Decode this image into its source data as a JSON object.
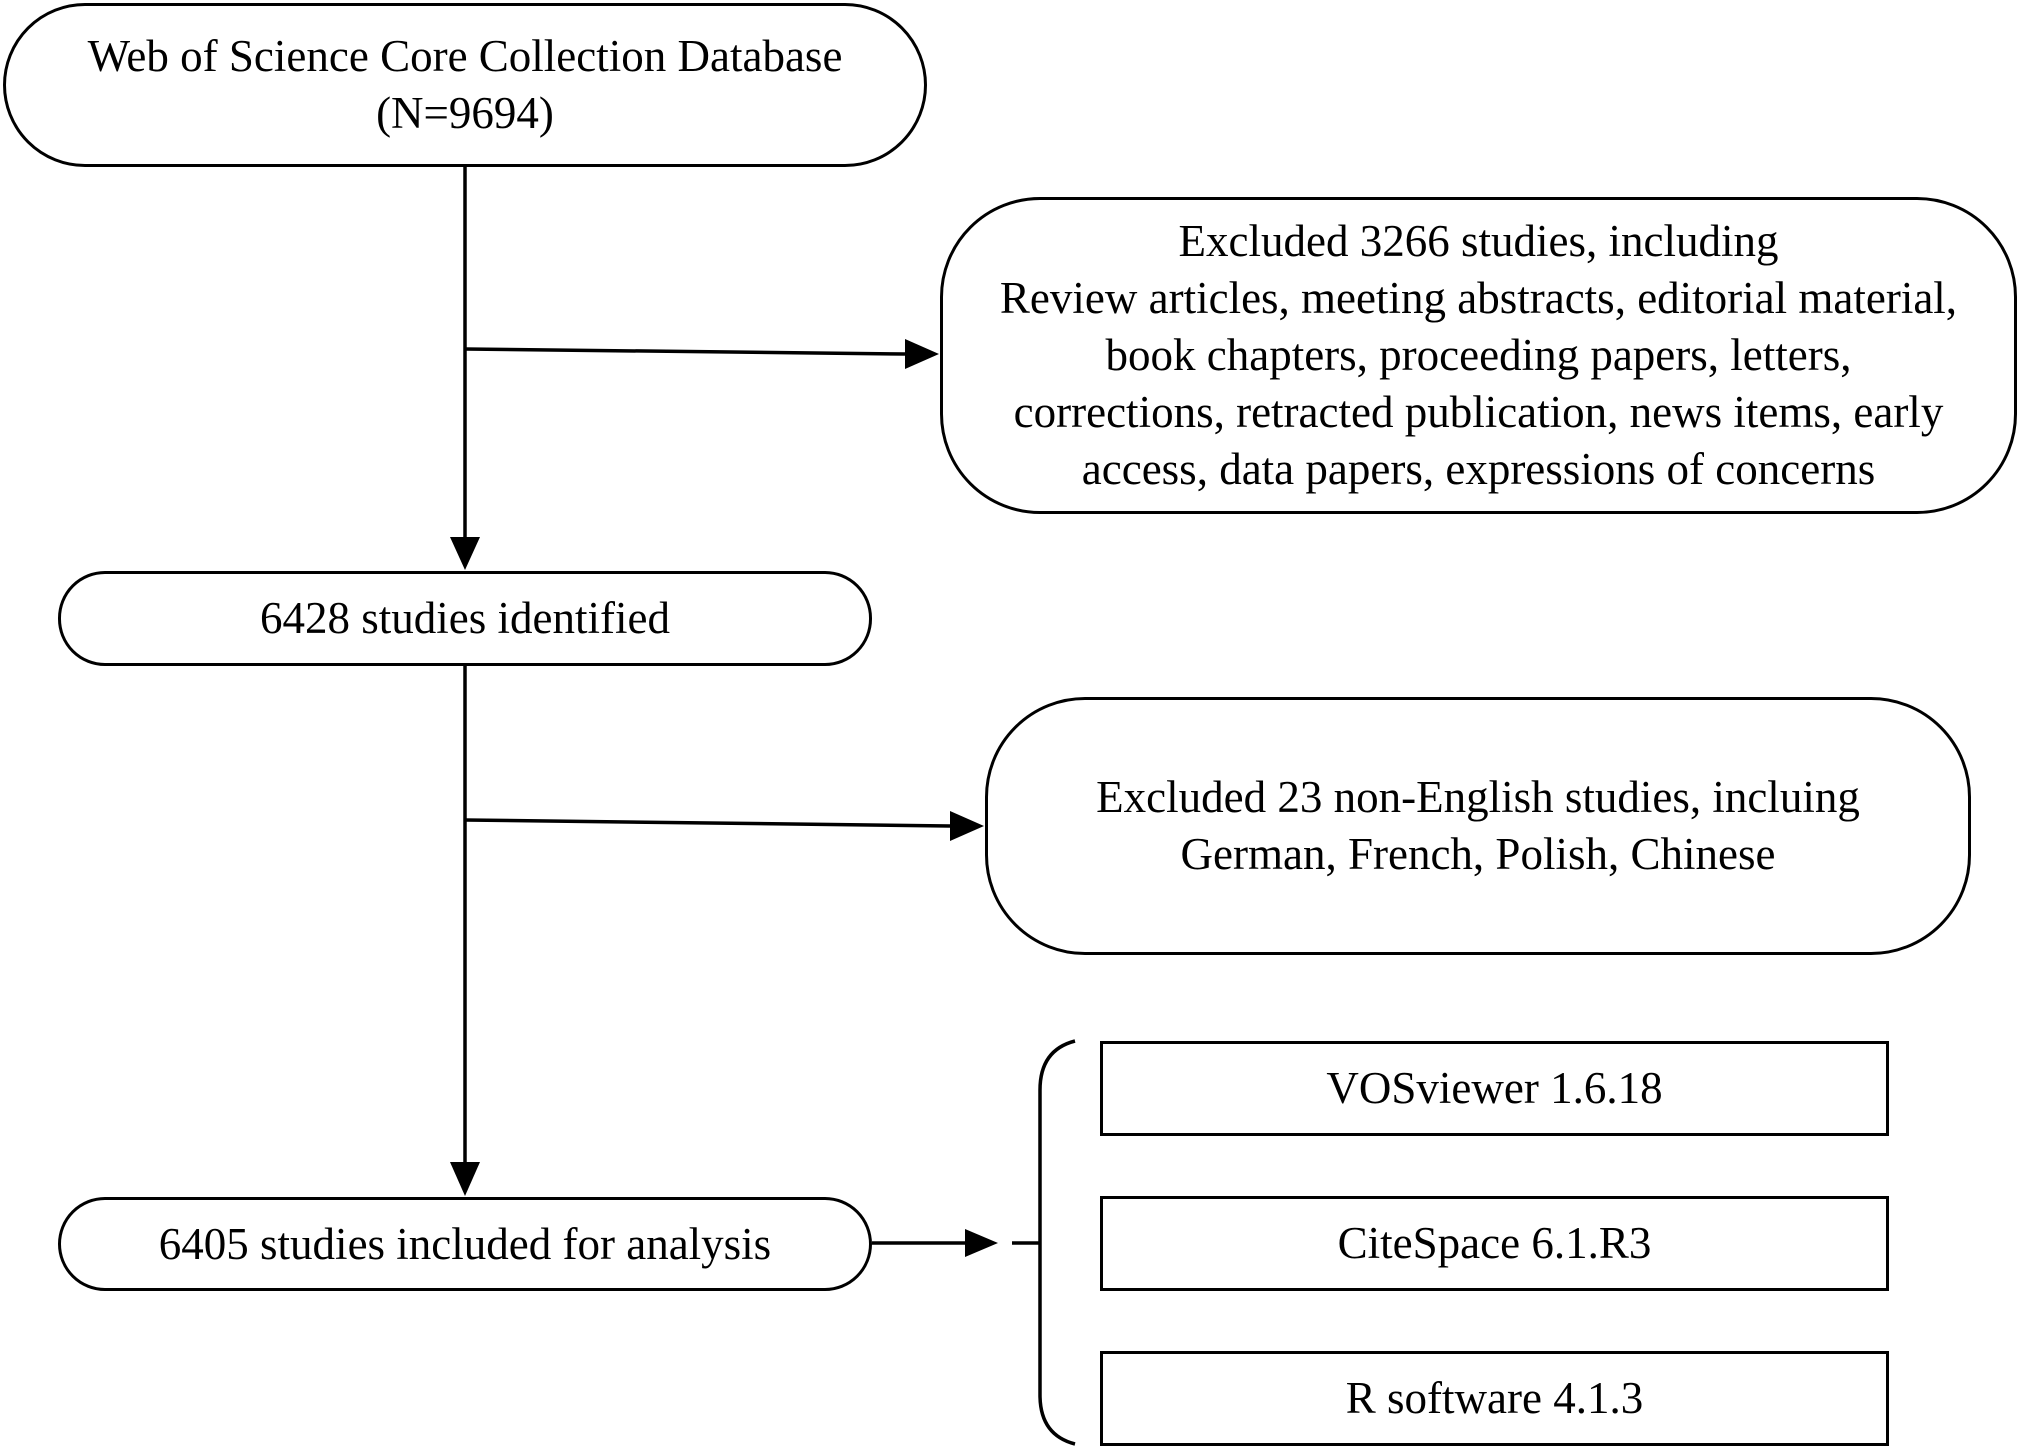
{
  "flowchart": {
    "source": {
      "line1": "Web of Science Core Collection Database",
      "line2": "(N=9694)"
    },
    "exclusion_1": {
      "lines": [
        "Excluded 3266 studies, including",
        "Review articles, meeting abstracts, editorial material,",
        "book chapters, proceeding papers, letters,",
        "corrections, retracted publication, news items, early",
        "access, data papers, expressions of concerns"
      ]
    },
    "identified": {
      "label": "6428 studies identified"
    },
    "exclusion_2": {
      "lines": [
        "Excluded 23 non-English studies, incluing",
        "German, French, Polish, Chinese"
      ]
    },
    "included": {
      "label": "6405 studies included for analysis"
    },
    "tools": [
      {
        "label": "VOSviewer 1.6.18"
      },
      {
        "label": "CiteSpace 6.1.R3"
      },
      {
        "label": "R software 4.1.3"
      }
    ]
  },
  "colors": {
    "stroke": "#000000",
    "background": "#ffffff"
  }
}
